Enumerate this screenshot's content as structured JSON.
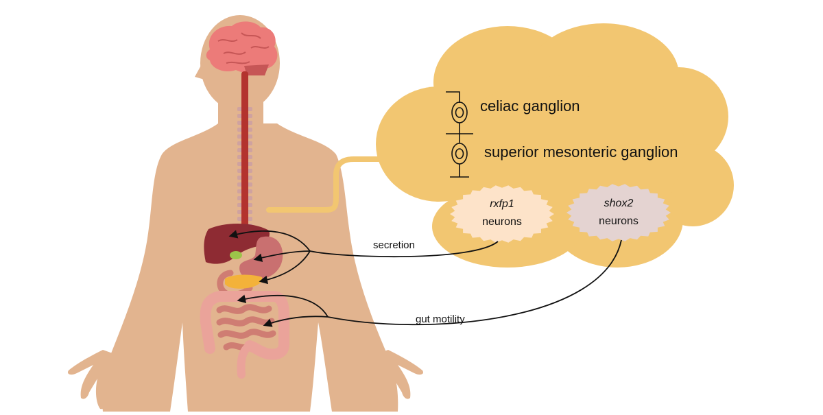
{
  "colors": {
    "skin": "#e2b48f",
    "cloud": "#f2c671",
    "connector": "#f2c671",
    "brain": "#ec7b79",
    "brain_dark": "#c65656",
    "spinal_cord": "#b3332e",
    "liver": "#8e2b33",
    "stomach": "#c97070",
    "pancreas": "#f3b23a",
    "intestine": "#eaa39a",
    "intestine_dark": "#cf7d73",
    "rxfp1_badge": "#fde3c9",
    "shox2_badge": "#e4d3d1",
    "arrow": "#111111"
  },
  "cloud": {
    "ganglia": [
      {
        "label": "celiac ganglion",
        "icon": "ganglion-neuron-icon"
      },
      {
        "label": "superior mesonteric ganglion",
        "icon": "ganglion-neuron-icon"
      }
    ]
  },
  "neurons": {
    "rxfp1": {
      "gene": "rxfp1",
      "word": "neurons"
    },
    "shox2": {
      "gene": "shox2",
      "word": "neurons"
    }
  },
  "pathways": {
    "secretion": "secretion",
    "motility": "gut motility"
  }
}
